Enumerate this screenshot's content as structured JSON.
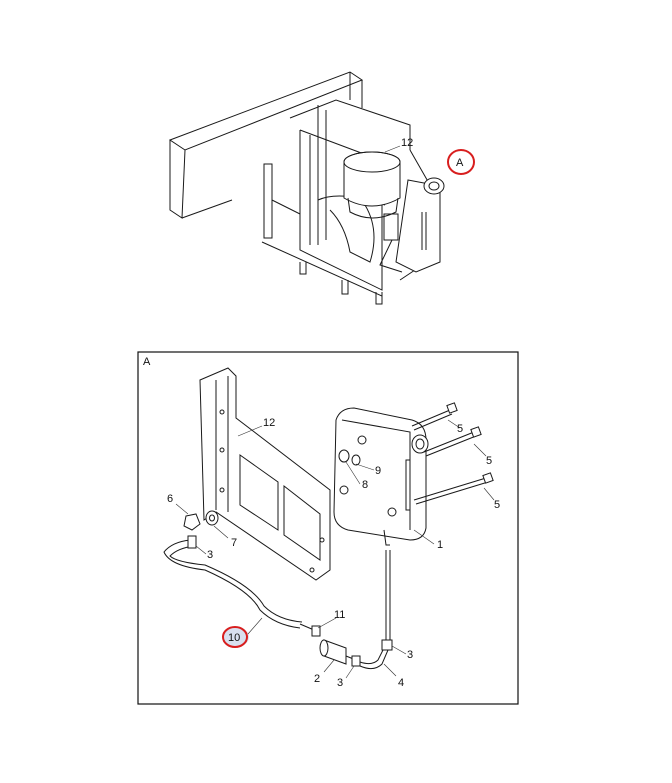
{
  "diagram": {
    "callouts": {
      "top_12": "12",
      "top_A": "A",
      "inset_A": "A",
      "inset_12": "12",
      "c5a": "5",
      "c5b": "5",
      "c5c": "5",
      "c9": "9",
      "c8": "8",
      "c6": "6",
      "c7": "7",
      "c3a": "3",
      "c1": "1",
      "c10": "10",
      "c11": "11",
      "c3b": "3",
      "c2": "2",
      "c3c": "3",
      "c4": "4"
    },
    "highlight_color": "#d81e1e"
  }
}
